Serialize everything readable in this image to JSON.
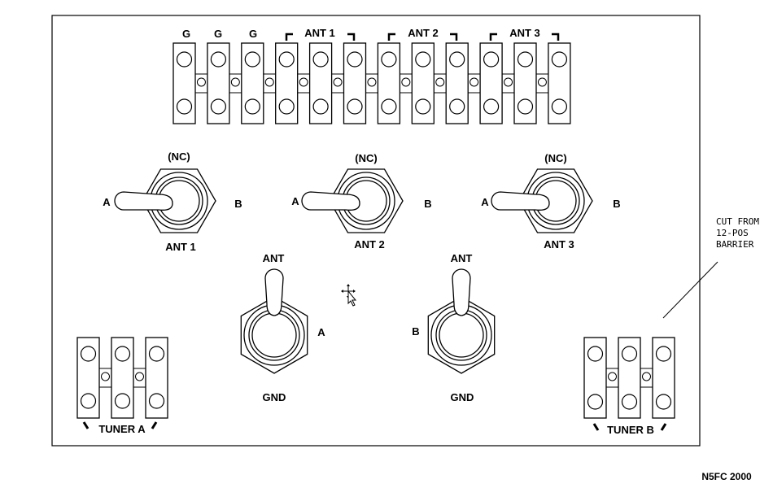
{
  "top_strip": {
    "labels": [
      "G",
      "G",
      "G"
    ],
    "group_labels": [
      "ANT 1",
      "ANT 2",
      "ANT 3"
    ]
  },
  "switches_top": [
    {
      "nc": "(NC)",
      "left": "A",
      "right": "B",
      "name": "ANT 1"
    },
    {
      "nc": "(NC)",
      "left": "A",
      "right": "B",
      "name": "ANT 2"
    },
    {
      "nc": "(NC)",
      "left": "A",
      "right": "B",
      "name": "ANT 3"
    }
  ],
  "switches_bottom": [
    {
      "top": "ANT",
      "bottom": "GND",
      "side": "A"
    },
    {
      "top": "ANT",
      "bottom": "GND",
      "side": "B"
    }
  ],
  "tuners": [
    "TUNER A",
    "TUNER B"
  ],
  "note": [
    "CUT FROM",
    "12-POS",
    "BARRIER"
  ],
  "credit": "N5FC 2000",
  "colors": {
    "line": "#000000",
    "background": "#ffffff"
  }
}
